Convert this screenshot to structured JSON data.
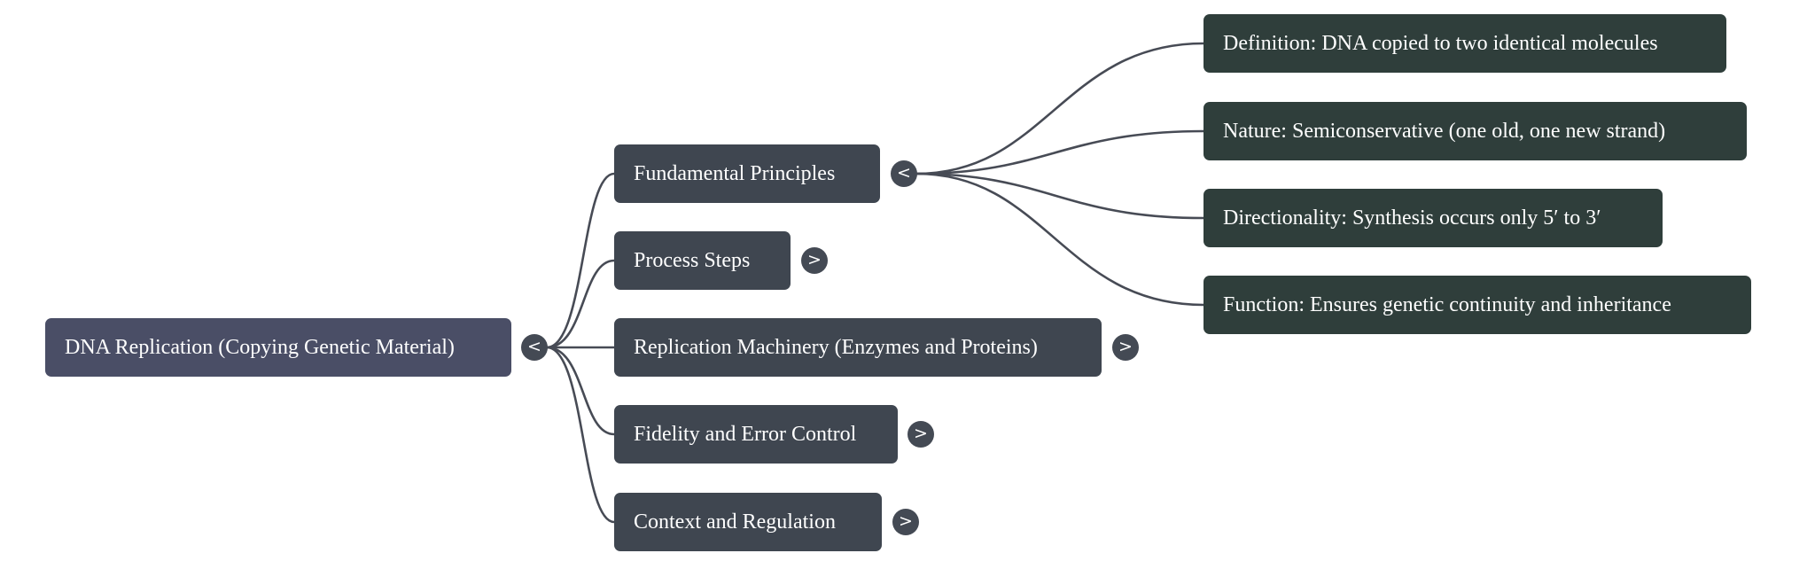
{
  "root": {
    "label": "DNA Replication (Copying Genetic Material)",
    "toggle": "<"
  },
  "branches": [
    {
      "label": "Fundamental Principles",
      "toggle": "<"
    },
    {
      "label": "Process Steps",
      "toggle": ">"
    },
    {
      "label": "Replication Machinery (Enzymes and Proteins)",
      "toggle": ">"
    },
    {
      "label": "Fidelity and Error Control",
      "toggle": ">"
    },
    {
      "label": "Context and Regulation",
      "toggle": ">"
    }
  ],
  "leaves": [
    {
      "label": "Definition: DNA copied to two identical molecules"
    },
    {
      "label": "Nature: Semiconservative (one old, one new strand)"
    },
    {
      "label": "Directionality: Synthesis occurs only 5′ to 3′"
    },
    {
      "label": "Function: Ensures genetic continuity and inheritance"
    }
  ],
  "colors": {
    "root_fill": "#4a4e66",
    "branch_fill": "#3f4650",
    "leaf_fill": "#2f3e3b",
    "connector": "#474b55"
  }
}
